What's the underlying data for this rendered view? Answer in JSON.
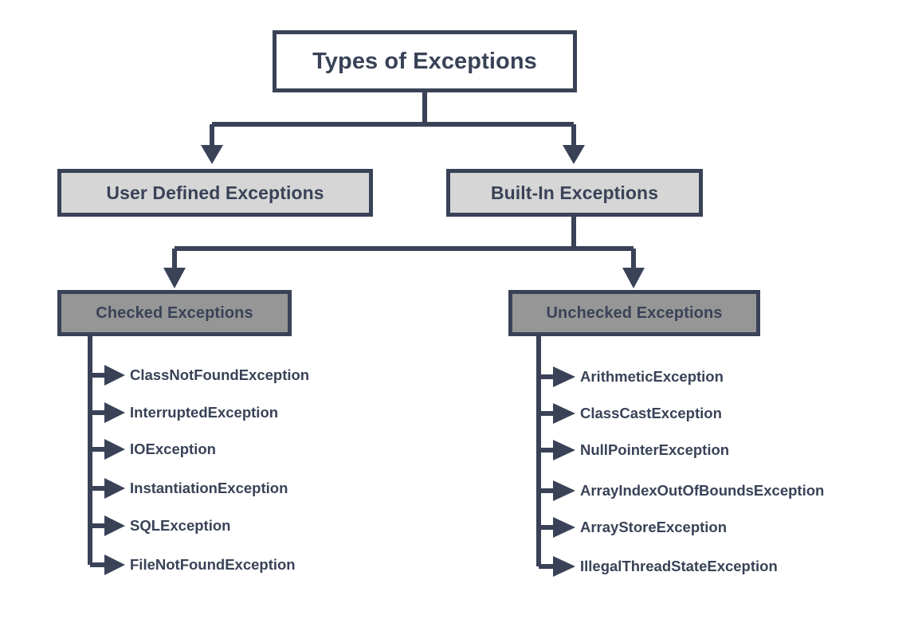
{
  "diagram": {
    "title": "Types of Exceptions",
    "type": "hierarchy-tree",
    "colors": {
      "stroke": "#394257",
      "text": "#394257",
      "level1_fill": "#ffffff",
      "level2_fill": "#d6d6d6",
      "level3_fill": "#969696",
      "background": "#ffffff"
    },
    "root": {
      "label": "Types of Exceptions"
    },
    "level2": [
      {
        "label": "User Defined Exceptions"
      },
      {
        "label": "Built-In Exceptions"
      }
    ],
    "level3": [
      {
        "label": "Checked Exceptions"
      },
      {
        "label": "Unchecked Exceptions"
      }
    ],
    "checked_exceptions": [
      "ClassNotFoundException",
      "InterruptedException",
      "IOException",
      "InstantiationException",
      "SQLException",
      "FileNotFoundException"
    ],
    "unchecked_exceptions": [
      "ArithmeticException",
      "ClassCastException",
      "NullPointerException",
      "ArrayIndexOutOfBoundsException",
      "ArrayStoreException",
      "IllegalThreadStateException"
    ]
  }
}
